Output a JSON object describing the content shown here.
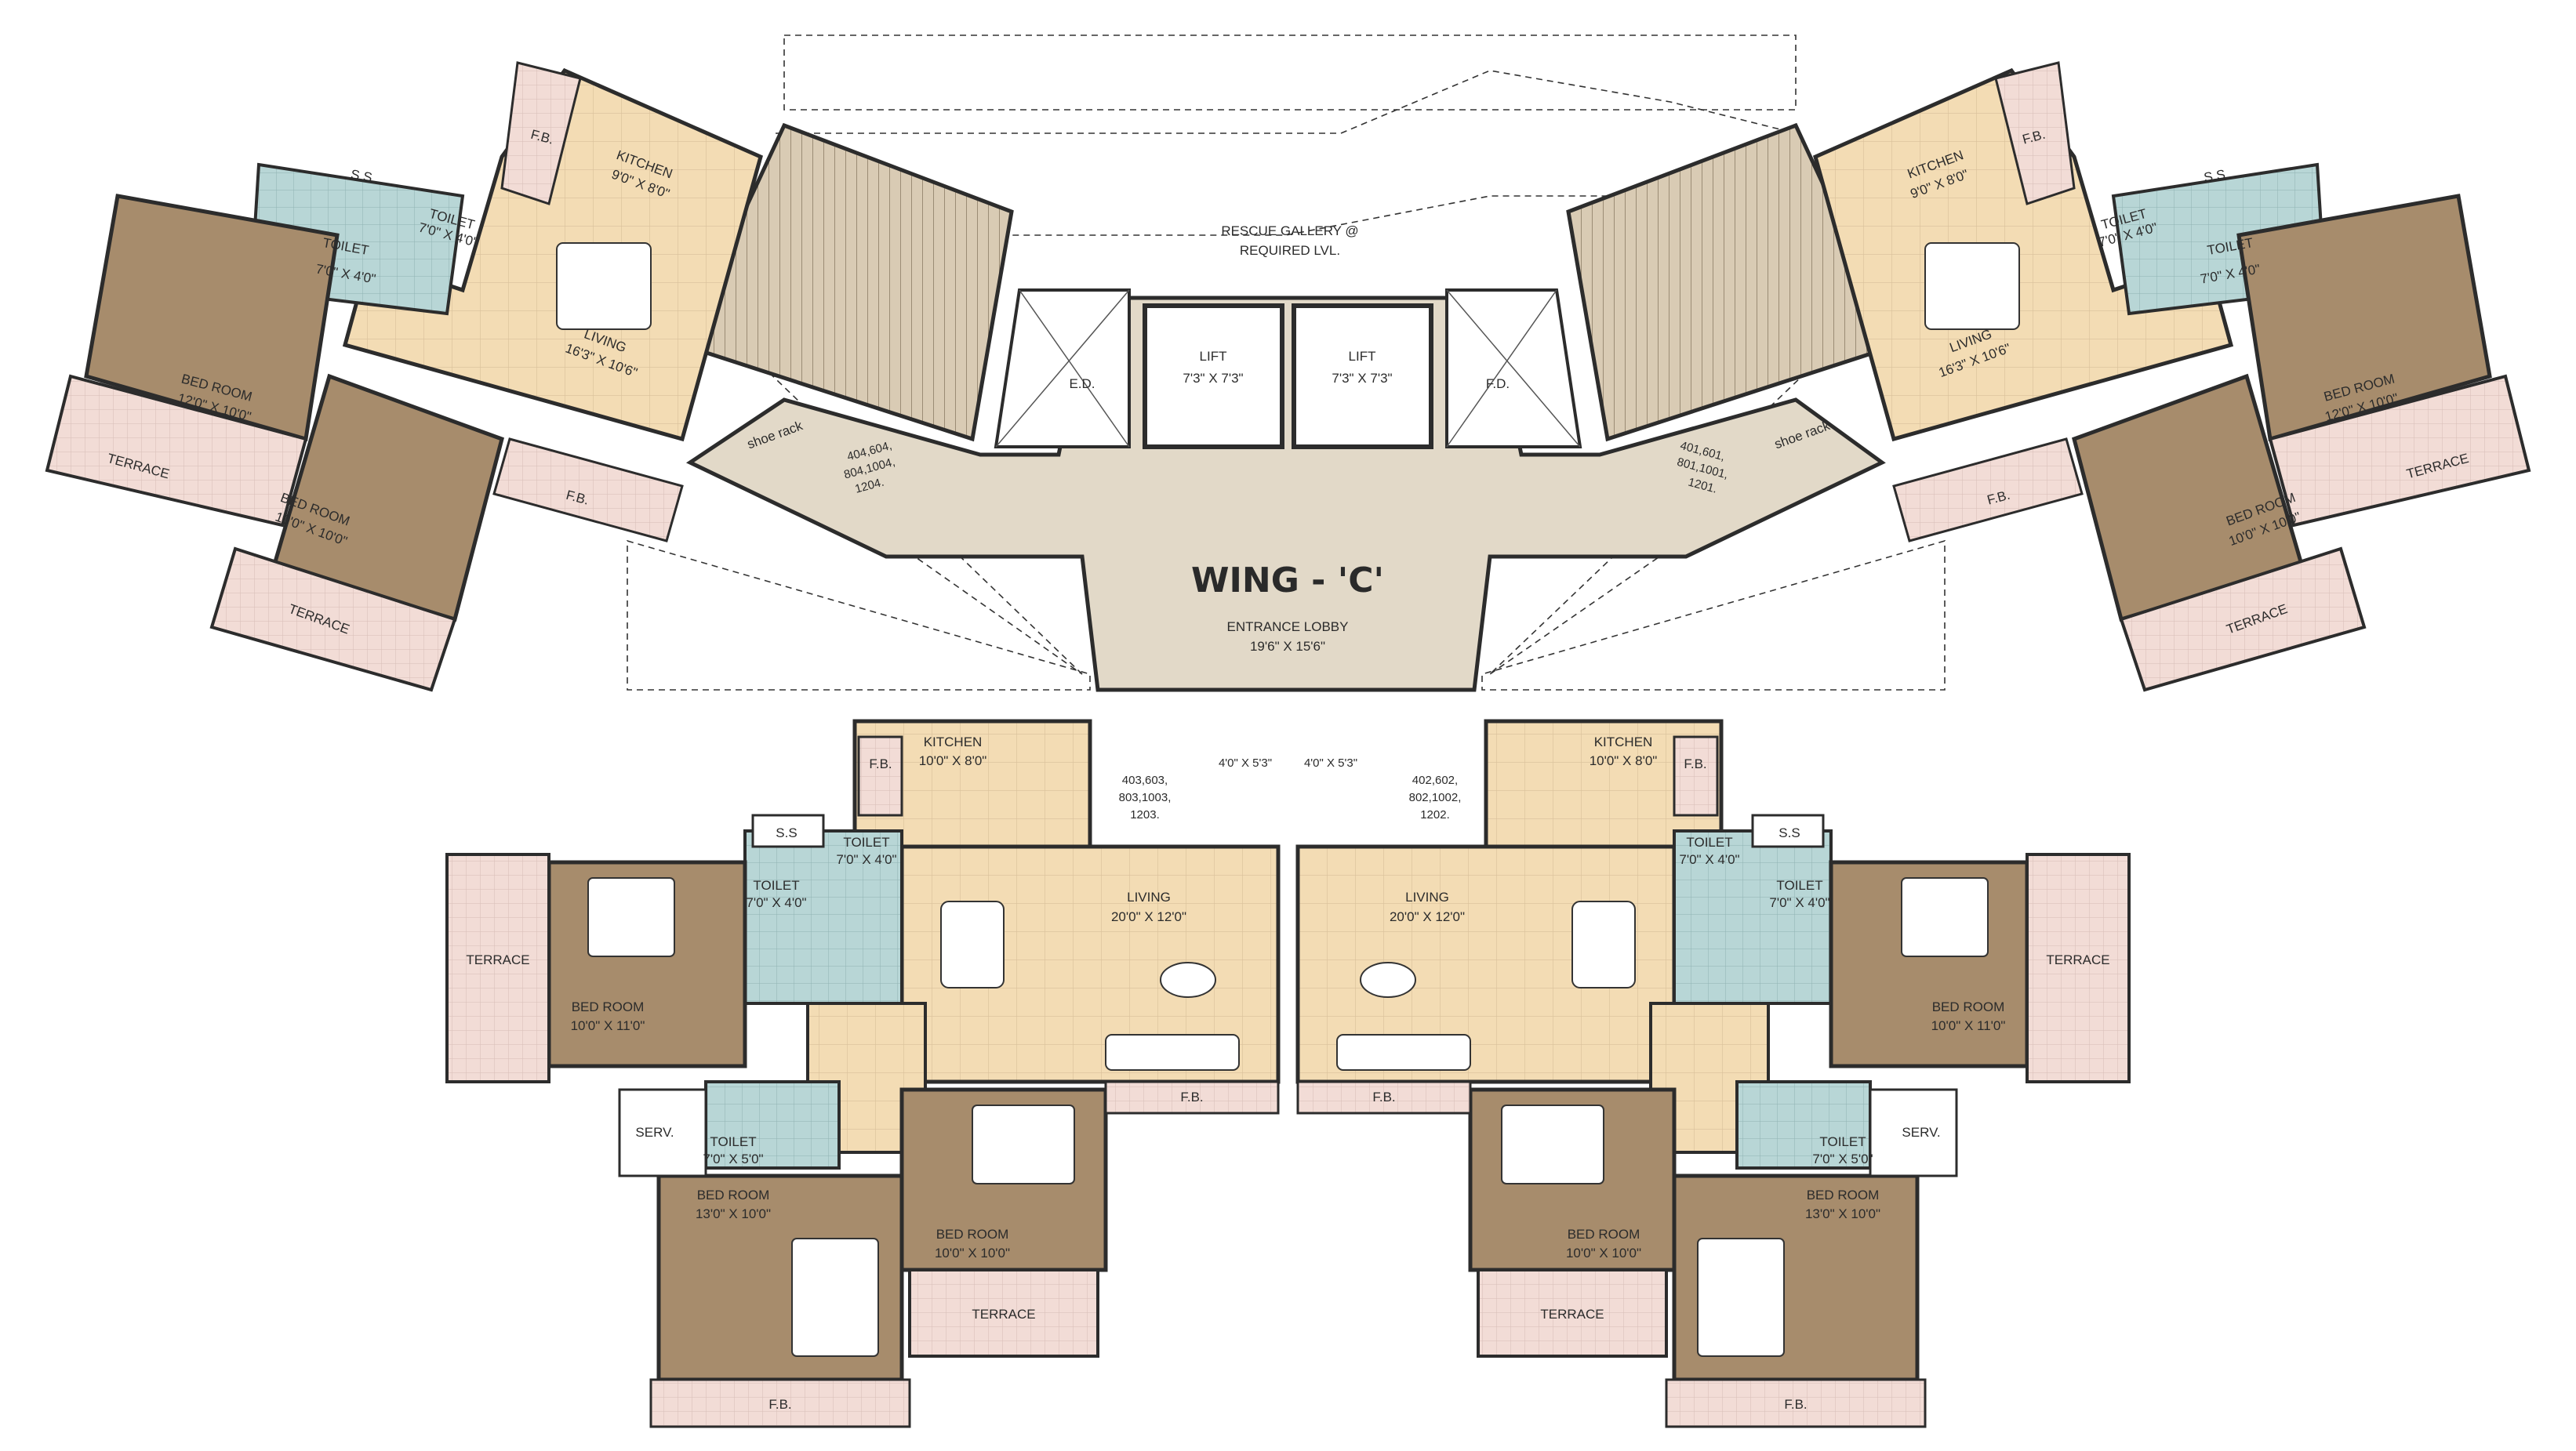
{
  "wing_title": "WING - 'C'",
  "lobby": {
    "name": "ENTRANCE LOBBY",
    "size": "19'6\" X 15'6\""
  },
  "rescue_gallery": {
    "line1": "RESCUE GALLERY @",
    "line2": "REQUIRED LVL."
  },
  "lifts": [
    {
      "name": "LIFT",
      "size": "7'3\" X 7'3\""
    },
    {
      "name": "LIFT",
      "size": "7'3\" X 7'3\""
    }
  ],
  "fire_ducts": [
    "E.D.",
    "F.D."
  ],
  "shoe_rack": "shoe rack",
  "flat_numbers": {
    "upper_left": [
      "404,604,",
      "804,1004,",
      "1204."
    ],
    "upper_right": [
      "401,601,",
      "801,1001,",
      "1201."
    ],
    "lower_left": [
      "403,603,",
      "803,1003,",
      "1203."
    ],
    "lower_right": [
      "402,602,",
      "802,1002,",
      "1202."
    ]
  },
  "upper_left_unit": {
    "kitchen": {
      "name": "KITCHEN",
      "size": "9'0\" X 8'0\""
    },
    "living": {
      "name": "LIVING",
      "size": "16'3\" X 10'6\""
    },
    "bedroom1": {
      "name": "BED ROOM",
      "size": "12'0\" X 10'0\""
    },
    "bedroom2": {
      "name": "BED ROOM",
      "size": "10'0\" X 10'0\""
    },
    "toilet1": {
      "name": "TOILET",
      "size": "7'0\" X 4'0\""
    },
    "toilet2": {
      "name": "TOILET",
      "size": "7'0\" X 4'0\""
    },
    "ss": "S.S",
    "fb1": "F.B.",
    "fb2": "F.B.",
    "terrace1": "TERRACE",
    "terrace2": "TERRACE"
  },
  "upper_right_unit": {
    "kitchen": {
      "name": "KITCHEN",
      "size": "9'0\" X 8'0\""
    },
    "living": {
      "name": "LIVING",
      "size": "16'3\" X 10'6\""
    },
    "bedroom1": {
      "name": "BED ROOM",
      "size": "12'0\" X 10'0\""
    },
    "bedroom2": {
      "name": "BED ROOM",
      "size": "10'0\" X 10'0\""
    },
    "toilet1": {
      "name": "TOILET",
      "size": "7'0\" X 4'0\""
    },
    "toilet2": {
      "name": "TOILET",
      "size": "7'0\" X 4'0\""
    },
    "ss": "S.S",
    "fb1": "F.B.",
    "fb2": "F.B.",
    "terrace1": "TERRACE",
    "terrace2": "TERRACE"
  },
  "lower_left_unit": {
    "kitchen": {
      "name": "KITCHEN",
      "size": "10'0\" X 8'0\""
    },
    "living": {
      "name": "LIVING",
      "size": "20'0\" X 12'0\""
    },
    "foyer": "4'0\" X 5'3\"",
    "bedroom1": {
      "name": "BED ROOM",
      "size": "10'0\" X 11'0\""
    },
    "bedroom2": {
      "name": "BED ROOM",
      "size": "13'0\" X 10'0\""
    },
    "bedroom3": {
      "name": "BED ROOM",
      "size": "10'0\" X 10'0\""
    },
    "toilet1": {
      "name": "TOILET",
      "size": "7'0\" X 4'0\""
    },
    "toilet2": {
      "name": "TOILET",
      "size": "7'0\" X 4'0\""
    },
    "toilet3": {
      "name": "TOILET",
      "size": "7'0\" X 5'0\""
    },
    "ss": "S.S",
    "serv": "SERV.",
    "fb1": "F.B.",
    "fb2": "F.B.",
    "fb3": "F.B.",
    "terrace1": "TERRACE",
    "terrace2": "TERRACE"
  },
  "lower_right_unit": {
    "kitchen": {
      "name": "KITCHEN",
      "size": "10'0\" X 8'0\""
    },
    "living": {
      "name": "LIVING",
      "size": "20'0\" X 12'0\""
    },
    "foyer": "4'0\" X 5'3\"",
    "bedroom1": {
      "name": "BED ROOM",
      "size": "10'0\" X 11'0\""
    },
    "bedroom2": {
      "name": "BED ROOM",
      "size": "13'0\" X 10'0\""
    },
    "bedroom3": {
      "name": "BED ROOM",
      "size": "10'0\" X 10'0\""
    },
    "toilet1": {
      "name": "TOILET",
      "size": "7'0\" X 4'0\""
    },
    "toilet2": {
      "name": "TOILET",
      "size": "7'0\" X 4'0\""
    },
    "toilet3": {
      "name": "TOILET",
      "size": "7'0\" X 5'0\""
    },
    "ss": "S.S",
    "serv": "SERV.",
    "fb1": "F.B.",
    "fb2": "F.B.",
    "fb3": "F.B.",
    "terrace1": "TERRACE",
    "terrace2": "TERRACE"
  },
  "colors": {
    "lobby": "#e2d9c8",
    "living_floor": "#f3dcb4",
    "bedroom_floor": "#a78c6c",
    "toilet_floor": "#b8d6d6",
    "terrace_floor": "#f2dcd6",
    "stair": "#d9cbb4",
    "wall": "#2c2c2c"
  }
}
